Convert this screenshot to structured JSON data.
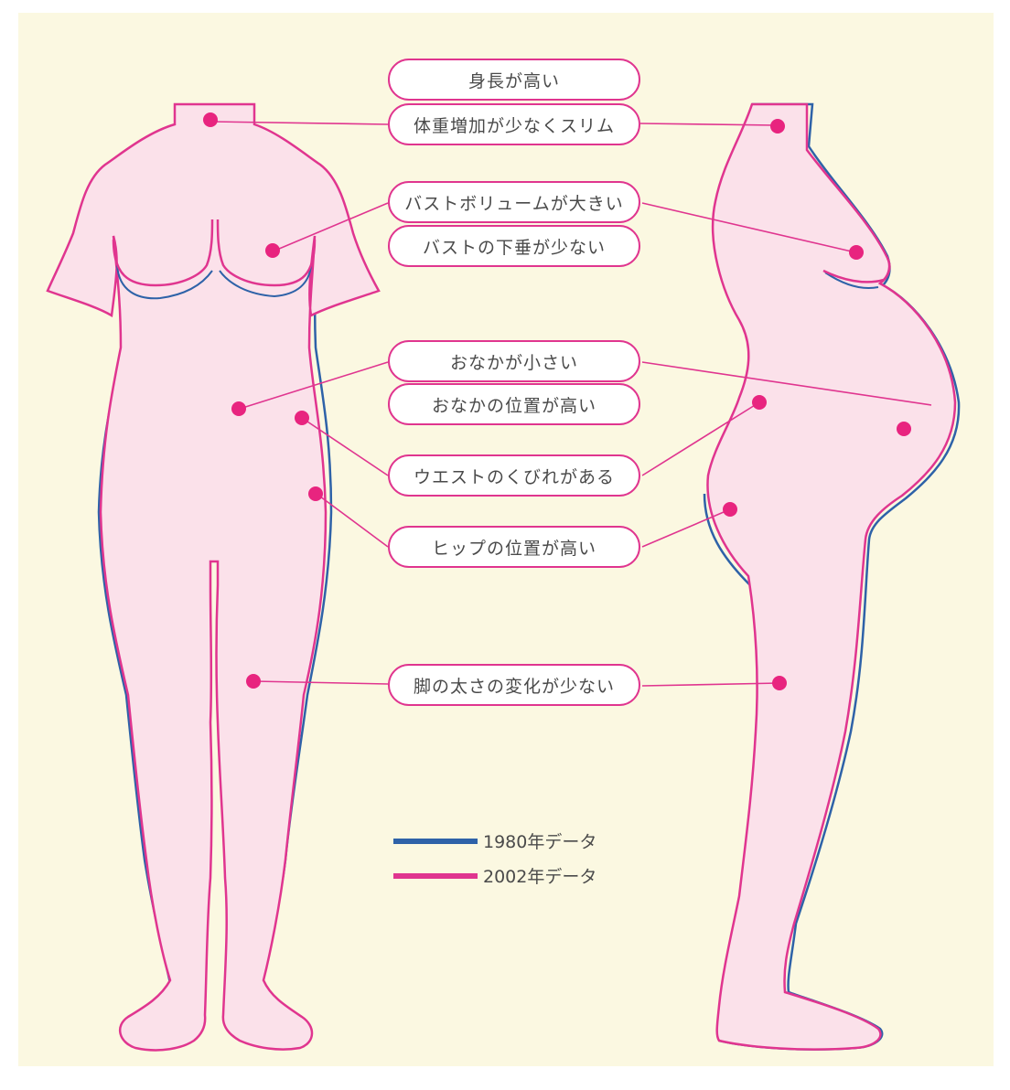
{
  "labels": {
    "tall": "身長が高い",
    "slim": "体重増加が少なくスリム",
    "bust_volume": "バストボリュームが大きい",
    "bust_sag": "バストの下垂が少ない",
    "belly_small": "おなかが小さい",
    "belly_high": "おなかの位置が高い",
    "waist": "ウエストのくびれがある",
    "hip": "ヒップの位置が高い",
    "legs": "脚の太さの変化が少ない"
  },
  "legend": {
    "series_1980": "1980年データ",
    "series_2002": "2002年データ"
  },
  "colors": {
    "background": "#fbf8e1",
    "body_fill": "#fbe1ea",
    "outline_1980": "#2e62a8",
    "outline_2002": "#e0358f",
    "marker": "#e8247f"
  }
}
